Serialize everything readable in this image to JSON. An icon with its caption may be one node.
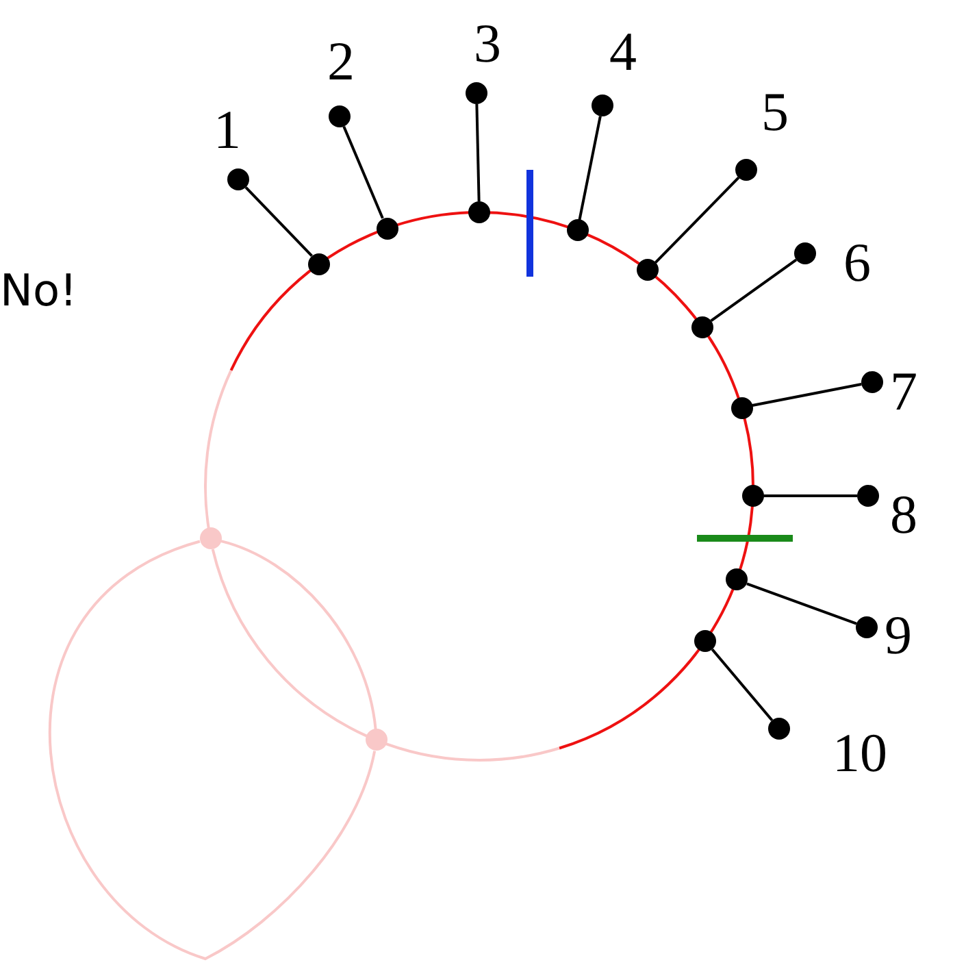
{
  "diagram": {
    "nodes": [
      {
        "text": [],
        "shape": "circle"
      },
      {
        "text": [],
        "shape": "circle",
        "beside": [
          "1"
        ]
      },
      {
        "text": [],
        "shape": "circle"
      },
      {
        "text": [],
        "shape": "circle",
        "beside": [
          "2"
        ]
      },
      {
        "text": [],
        "shape": "circle"
      },
      {
        "text": [],
        "shape": "circle",
        "beside": [
          "3"
        ]
      },
      {
        "text": [],
        "shape": "circle"
      },
      {
        "text": [],
        "shape": "circle",
        "beside": [
          "4"
        ]
      },
      {
        "text": [],
        "shape": "circle"
      },
      {
        "text": [],
        "shape": "circle",
        "beside": [
          "5"
        ]
      },
      {
        "text": [],
        "shape": "circle"
      },
      {
        "text": [],
        "shape": "circle",
        "beside": [
          "6"
        ]
      },
      {
        "text": [],
        "shape": "circle"
      },
      {
        "text": [],
        "shape": "circle",
        "beside": [
          "7"
        ]
      },
      {
        "text": [],
        "shape": "circle"
      },
      {
        "text": [],
        "shape": "circle",
        "beside": [
          "8"
        ]
      },
      {
        "text": [],
        "shape": "circle"
      },
      {
        "text": [],
        "shape": "circle",
        "beside": [
          "9"
        ]
      },
      {
        "text": [],
        "shape": "circle"
      },
      {
        "text": [],
        "shape": "circle",
        "beside": [
          "10"
        ]
      },
      {
        "text": [],
        "shape": "circle"
      },
      {
        "text": [],
        "shape": "circle"
      }
    ],
    "edges": [
      {
        "from": 0,
        "to": 1,
        "arrow": "none"
      },
      {
        "from": 2,
        "to": 3,
        "arrow": "none"
      },
      {
        "from": 4,
        "to": 5,
        "arrow": "none"
      },
      {
        "from": 6,
        "to": 7,
        "arrow": "none"
      },
      {
        "from": 8,
        "to": 9,
        "arrow": "none"
      },
      {
        "from": 10,
        "to": 11,
        "arrow": "none"
      },
      {
        "from": 12,
        "to": 13,
        "arrow": "none"
      },
      {
        "from": 14,
        "to": 15,
        "arrow": "none"
      },
      {
        "from": 16,
        "to": 17,
        "arrow": "none"
      },
      {
        "from": 18,
        "to": 19,
        "arrow": "none"
      },
      {
        "from": 20,
        "to": 21,
        "arrow": "none",
        "color": "#f9c8c8"
      },
      {
        "from": 20,
        "to": 21,
        "arrow": "none",
        "color": "#f9c8c8"
      },
      {
        "from": 20,
        "to": 21,
        "arrow": "none",
        "color": "#f9c8c8"
      }
    ],
    "labels": [
      "No!"
    ]
  }
}
